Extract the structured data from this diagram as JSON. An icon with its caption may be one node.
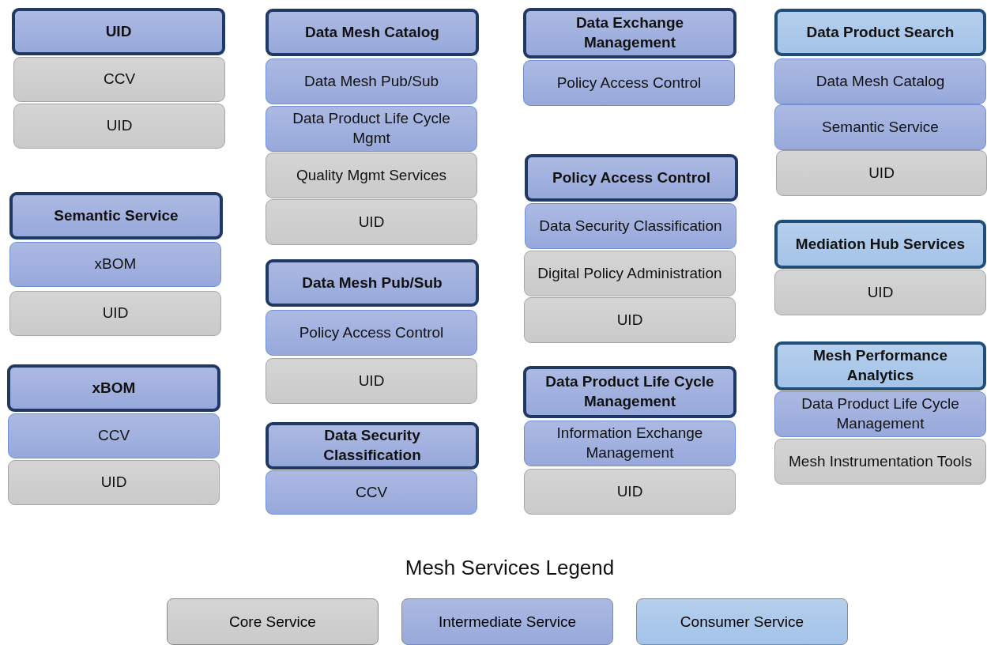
{
  "diagram": {
    "nodes": [
      {
        "text": [
          "UID"
        ]
      },
      {
        "text": [
          "CCV"
        ]
      },
      {
        "text": [
          "UID"
        ]
      },
      {
        "text": [
          "Semantic Service"
        ]
      },
      {
        "text": [
          "xBOM"
        ]
      },
      {
        "text": [
          "UID"
        ]
      },
      {
        "text": [
          "xBOM"
        ]
      },
      {
        "text": [
          "CCV"
        ]
      },
      {
        "text": [
          "UID"
        ]
      },
      {
        "text": [
          "Data Mesh Catalog"
        ]
      },
      {
        "text": [
          "Data Mesh Pub/Sub"
        ]
      },
      {
        "text": [
          "Data Product Life Cycle Mgmt"
        ]
      },
      {
        "text": [
          "Quality Mgmt Services"
        ]
      },
      {
        "text": [
          "UID"
        ]
      },
      {
        "text": [
          "Data Mesh Pub/Sub"
        ]
      },
      {
        "text": [
          "Policy Access Control"
        ]
      },
      {
        "text": [
          "UID"
        ]
      },
      {
        "text": [
          "Data Security Classification"
        ]
      },
      {
        "text": [
          "CCV"
        ]
      },
      {
        "text": [
          "Data Exchange Management"
        ]
      },
      {
        "text": [
          "Policy Access Control"
        ]
      },
      {
        "text": [
          "Policy Access Control"
        ]
      },
      {
        "text": [
          "Data Security Classification"
        ]
      },
      {
        "text": [
          "Digital Policy Administration"
        ]
      },
      {
        "text": [
          "UID"
        ]
      },
      {
        "text": [
          "Data Product Life Cycle Management"
        ]
      },
      {
        "text": [
          "Information Exchange Management"
        ]
      },
      {
        "text": [
          "UID"
        ]
      },
      {
        "text": [
          "Data Product Search"
        ]
      },
      {
        "text": [
          "Data Mesh Catalog"
        ]
      },
      {
        "text": [
          "Semantic Service"
        ]
      },
      {
        "text": [
          "UID"
        ]
      },
      {
        "text": [
          "Mediation Hub Services"
        ]
      },
      {
        "text": [
          "UID"
        ]
      },
      {
        "text": [
          "Mesh Performance Analytics"
        ]
      },
      {
        "text": [
          "Data Product Life Cycle Management"
        ]
      },
      {
        "text": [
          "Mesh Instrumentation Tools"
        ]
      }
    ],
    "edges": [],
    "labels": [
      "Mesh Services Legend"
    ],
    "legend": [
      {
        "text": "Core Service",
        "color": "#cacaca"
      },
      {
        "text": "Intermediate Service",
        "color": "#97a8db"
      },
      {
        "text": "Consumer Service",
        "color": "#a3c3e8"
      }
    ]
  }
}
